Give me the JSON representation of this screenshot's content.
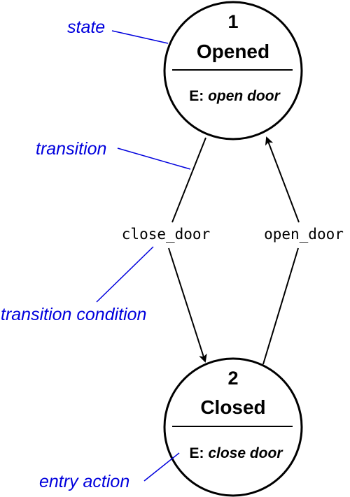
{
  "colors": {
    "annotation": "#0000dd",
    "ink": "#000000",
    "background": "#ffffff"
  },
  "states": [
    {
      "number": "1",
      "name": "Opened",
      "entry_prefix": "E:",
      "entry_action": "open door"
    },
    {
      "number": "2",
      "name": "Closed",
      "entry_prefix": "E:",
      "entry_action": "close door"
    }
  ],
  "transitions": [
    {
      "condition": "close_door",
      "from": "1",
      "to": "2"
    },
    {
      "condition": "open_door",
      "from": "2",
      "to": "1"
    }
  ],
  "annotations": {
    "state": "state",
    "transition": "transition",
    "transition_condition": "transition condition",
    "entry_action": "entry action"
  }
}
